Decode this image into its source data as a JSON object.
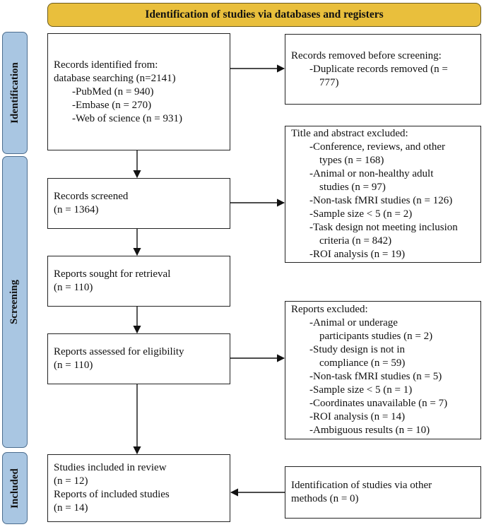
{
  "header": {
    "title": "Identification of studies via databases and registers"
  },
  "phases": {
    "identification": "Identification",
    "screening": "Screening",
    "included": "Included"
  },
  "boxes": {
    "records_identified": {
      "line1": "Records identified from:",
      "line2": "database searching (n=2141)",
      "items": [
        "-PubMed (n = 940)",
        "-Embase (n = 270)",
        "-Web of science (n = 931)"
      ]
    },
    "records_removed": {
      "title": "Records removed before screening:",
      "items": [
        "-Duplicate records removed (n =",
        "777)"
      ]
    },
    "records_screened": {
      "line1": "Records screened",
      "line2": "(n = 1364)"
    },
    "title_abstract_excluded": {
      "title": "Title and abstract excluded:",
      "lines": [
        "-Conference, reviews, and other",
        "types (n = 168)",
        "-Animal or non-healthy adult",
        "studies (n = 97)",
        "-Non-task fMRI studies (n = 126)",
        "-Sample size < 5 (n = 2)",
        "-Task design not meeting inclusion",
        "criteria (n = 842)",
        "-ROI analysis (n = 19)"
      ]
    },
    "reports_sought": {
      "line1": "Reports sought for retrieval",
      "line2": "(n = 110)"
    },
    "reports_assessed": {
      "line1": "Reports assessed for eligibility",
      "line2": "(n = 110)"
    },
    "reports_excluded": {
      "title": "Reports excluded:",
      "lines": [
        "-Animal or underage",
        "participants studies (n = 2)",
        "-Study design is not in",
        "compliance (n = 59)",
        "-Non-task fMRI studies (n = 5)",
        "-Sample size < 5 (n = 1)",
        "-Coordinates unavailable (n = 7)",
        "-ROI analysis (n = 14)",
        "-Ambiguous results (n = 10)"
      ]
    },
    "studies_included": {
      "lines": [
        "Studies included in review",
        "(n = 12)",
        "Reports of included studies",
        "(n = 14)"
      ]
    },
    "other_methods": {
      "lines": [
        "Identification of studies via other",
        "methods (n = 0)"
      ]
    }
  }
}
